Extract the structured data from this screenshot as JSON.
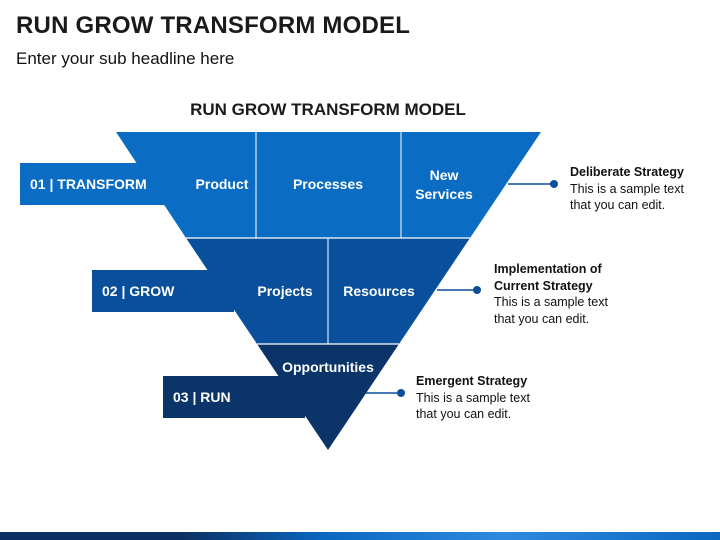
{
  "header": {
    "title": "RUN GROW TRANSFORM MODEL",
    "subtitle": "Enter your sub headline here"
  },
  "diagram": {
    "title": "RUN GROW TRANSFORM MODEL",
    "colors": {
      "tier1": "#0a6cc2",
      "tier2": "#0a4f9b",
      "tier3": "#0b3469",
      "divider": "#ffffff",
      "connector": "#0a4f9b"
    },
    "levels": [
      {
        "tab": "01 | TRANSFORM",
        "segments": [
          "Product",
          "Processes",
          "New",
          "Services"
        ],
        "note_title": "Deliberate Strategy",
        "note_body": "This is a sample text\nthat you can edit."
      },
      {
        "tab": "02 | GROW",
        "segments": [
          "Projects",
          "Resources"
        ],
        "note_title": "Implementation of\nCurrent Strategy",
        "note_body": "This is a sample text\nthat you can edit."
      },
      {
        "tab": "03 | RUN",
        "segments": [
          "Opportunities"
        ],
        "note_title": "Emergent Strategy",
        "note_body": "This is a sample text\nthat you can edit."
      }
    ]
  }
}
